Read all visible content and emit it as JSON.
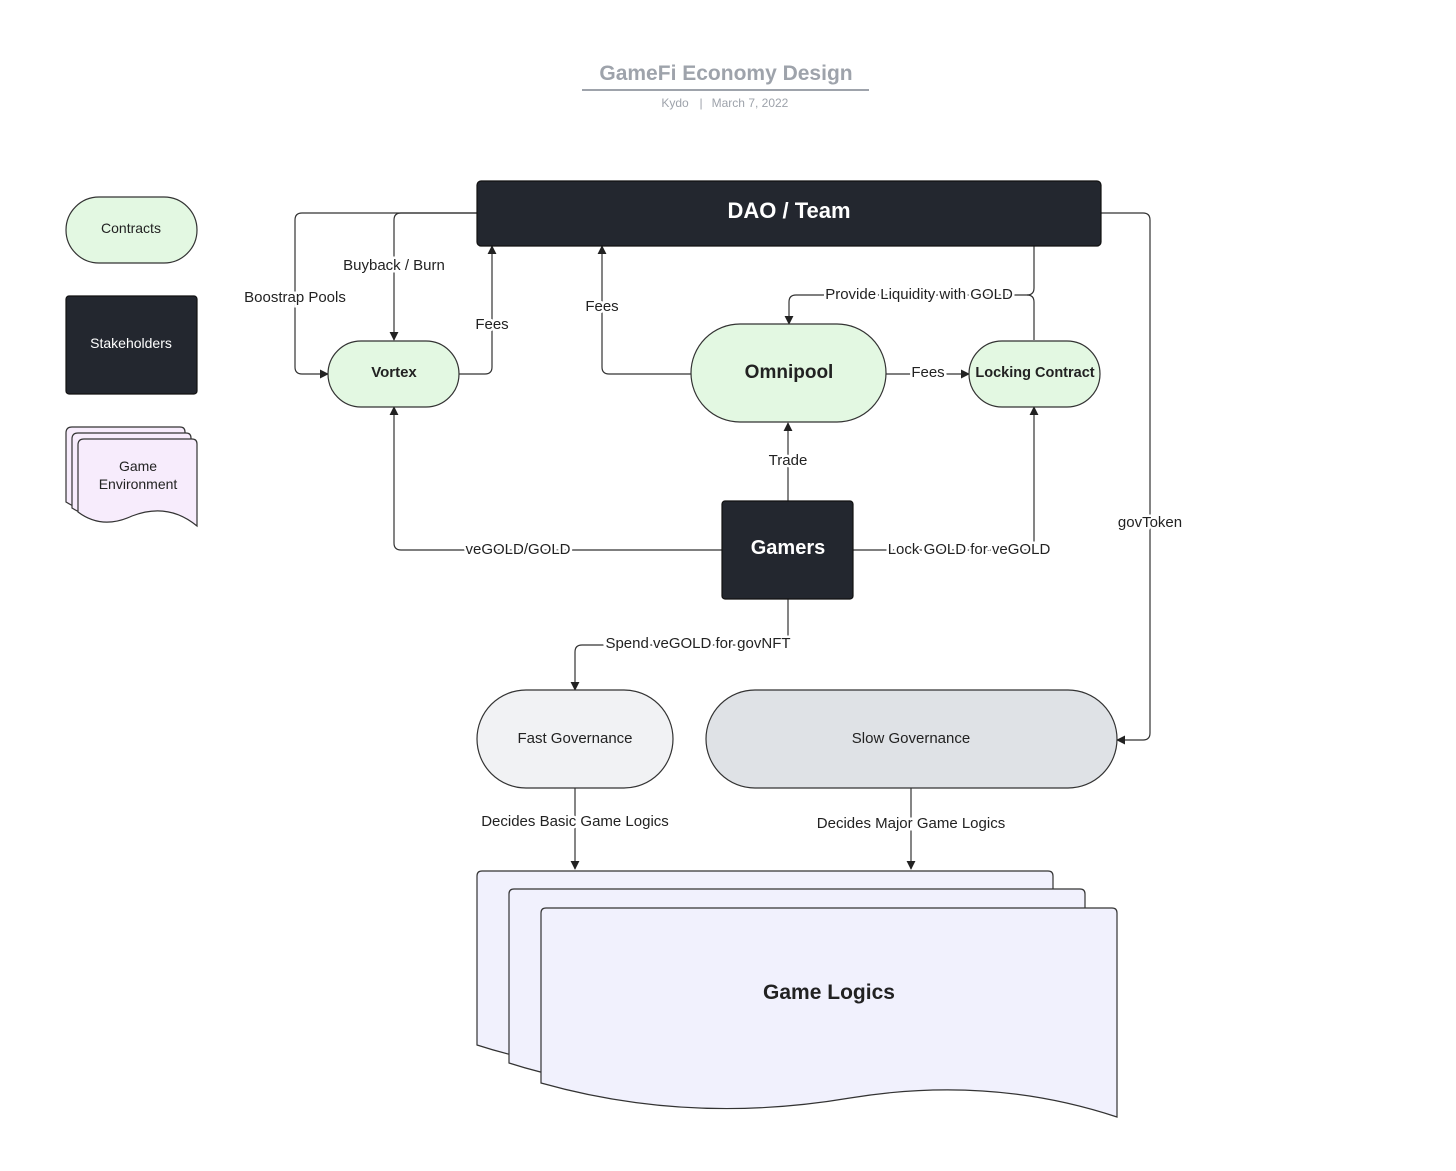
{
  "header": {
    "title": "GameFi Economy Design",
    "author": "Kydo",
    "separator": "|",
    "date": "March 7, 2022"
  },
  "legend": {
    "contracts": "Contracts",
    "stakeholders": "Stakeholders",
    "game_environment_line1": "Game",
    "game_environment_line2": "Environment"
  },
  "nodes": {
    "dao_team": "DAO / Team",
    "vortex": "Vortex",
    "omnipool": "Omnipool",
    "locking_contract": "Locking Contract",
    "gamers": "Gamers",
    "fast_governance": "Fast Governance",
    "slow_governance": "Slow Governance",
    "game_logics": "Game Logics"
  },
  "edges": {
    "boostrap_pools": "Boostrap Pools",
    "buyback_burn": "Buyback / Burn",
    "fees_vortex": "Fees",
    "fees_omnipool": "Fees",
    "provide_liquidity": "Provide Liquidity with GOLD",
    "fees_locking": "Fees",
    "trade": "Trade",
    "vegold_gold": "veGOLD/GOLD",
    "lock_gold": "Lock GOLD for veGOLD",
    "gov_token": "govToken",
    "spend_vegold": "Spend veGOLD for govNFT",
    "decides_basic": "Decides Basic Game Logics",
    "decides_major": "Decides Major Game Logics"
  },
  "colors": {
    "contract_fill": "#e3f8e2",
    "stakeholder_fill": "#23272f",
    "environment_fill": "#f7ecfc",
    "fast_governance_fill": "#f1f2f4",
    "slow_governance_fill": "#dfe2e6",
    "game_logics_fill": "#f1f1fd",
    "line": "#333333",
    "title": "#9ea3ab"
  }
}
